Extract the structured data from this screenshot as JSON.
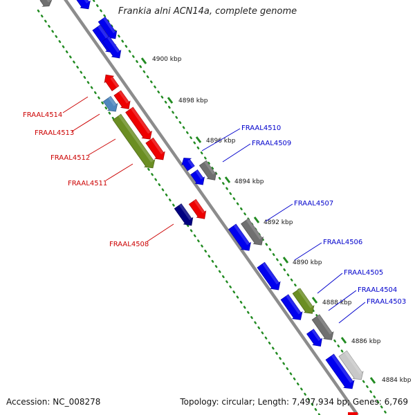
{
  "title": "Frankia alni ACN14a, complete genome",
  "footer": {
    "accession": "Accession: NC_008278",
    "summary": "Topology: circular; Length: 7,497,934 bp; Genes: 6,769"
  },
  "scale": {
    "unit": "kbp",
    "ticks": [
      {
        "pos": 4900,
        "label": "4900 kbp"
      },
      {
        "pos": 4898,
        "label": "4898 kbp"
      },
      {
        "pos": 4896,
        "label": "4896 kbp"
      },
      {
        "pos": 4894,
        "label": "4894 kbp"
      },
      {
        "pos": 4892,
        "label": "4892 kbp"
      },
      {
        "pos": 4890,
        "label": "4890 kbp"
      },
      {
        "pos": 4888,
        "label": "4888 kbp"
      },
      {
        "pos": 4886,
        "label": "4886 kbp"
      },
      {
        "pos": 4884,
        "label": "4884 kbp"
      }
    ]
  },
  "colors": {
    "backbone": "#8c8c8c",
    "forward_gene": "#0000ee",
    "reverse_gene": "#ee0000",
    "gray_gene": "#707070",
    "light_gray_gene": "#c8c8c8",
    "olive_gene": "#6b8e23",
    "steel_gene": "#4f87be",
    "navy_gene": "#000080",
    "ruler": "#228b22"
  },
  "genes": [
    {
      "id": "g1",
      "color": "#0000ee",
      "label": ""
    },
    {
      "id": "g2",
      "color": "#0000ee",
      "label": ""
    },
    {
      "id": "g3",
      "color": "#0000ee",
      "label": ""
    },
    {
      "id": "g4",
      "color": "#0000ee",
      "label": ""
    },
    {
      "id": "g5",
      "color": "#707070",
      "label": ""
    },
    {
      "id": "r1",
      "color": "#ee0000",
      "label": "FRAAL4514"
    },
    {
      "id": "r2",
      "color": "#ee0000",
      "label": ""
    },
    {
      "id": "s1",
      "color": "#4f87be",
      "label": "FRAAL4513"
    },
    {
      "id": "r3",
      "color": "#ee0000",
      "label": "FRAAL4512"
    },
    {
      "id": "o1",
      "color": "#6b8e23",
      "label": "FRAAL4511"
    },
    {
      "id": "r4",
      "color": "#ee0000",
      "label": ""
    },
    {
      "id": "b1",
      "color": "#0000ee",
      "label": "FRAAL4510"
    },
    {
      "id": "gr1",
      "color": "#707070",
      "label": "FRAAL4509"
    },
    {
      "id": "n1",
      "color": "#000080",
      "label": ""
    },
    {
      "id": "r5",
      "color": "#ee0000",
      "label": "FRAAL4508"
    },
    {
      "id": "b2",
      "color": "#0000ee",
      "label": ""
    },
    {
      "id": "gr2",
      "color": "#707070",
      "label": "FRAAL4507"
    },
    {
      "id": "b3",
      "color": "#0000ee",
      "label": "FRAAL4506"
    },
    {
      "id": "b4",
      "color": "#0000ee",
      "label": ""
    },
    {
      "id": "o2",
      "color": "#6b8e23",
      "label": "FRAAL4505"
    },
    {
      "id": "gr3",
      "color": "#707070",
      "label": "FRAAL4504"
    },
    {
      "id": "b5",
      "color": "#0000ee",
      "label": "FRAAL4503"
    },
    {
      "id": "b6",
      "color": "#0000ee",
      "label": ""
    },
    {
      "id": "lg1",
      "color": "#c8c8c8",
      "label": ""
    },
    {
      "id": "b7",
      "color": "#0000ee",
      "label": ""
    }
  ]
}
